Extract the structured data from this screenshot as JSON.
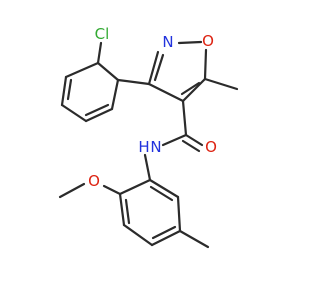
{
  "molecule": {
    "atoms": {
      "chlorine": {
        "label": "Cl",
        "color": "#33aa33"
      },
      "ring_nitrogen": {
        "label": "N",
        "color": "#2233dd"
      },
      "ring_oxygen": {
        "label": "O",
        "color": "#dd2211"
      },
      "carbonyl_oxygen": {
        "label": "O",
        "color": "#dd2211"
      },
      "amide_nitrogen": {
        "label": "N",
        "color": "#2233dd"
      },
      "amide_hydrogen": {
        "label": "H",
        "color": "#2233dd"
      },
      "methoxy_oxygen": {
        "label": "O",
        "color": "#dd2211"
      }
    },
    "bond_color": "#2b2b2b"
  }
}
